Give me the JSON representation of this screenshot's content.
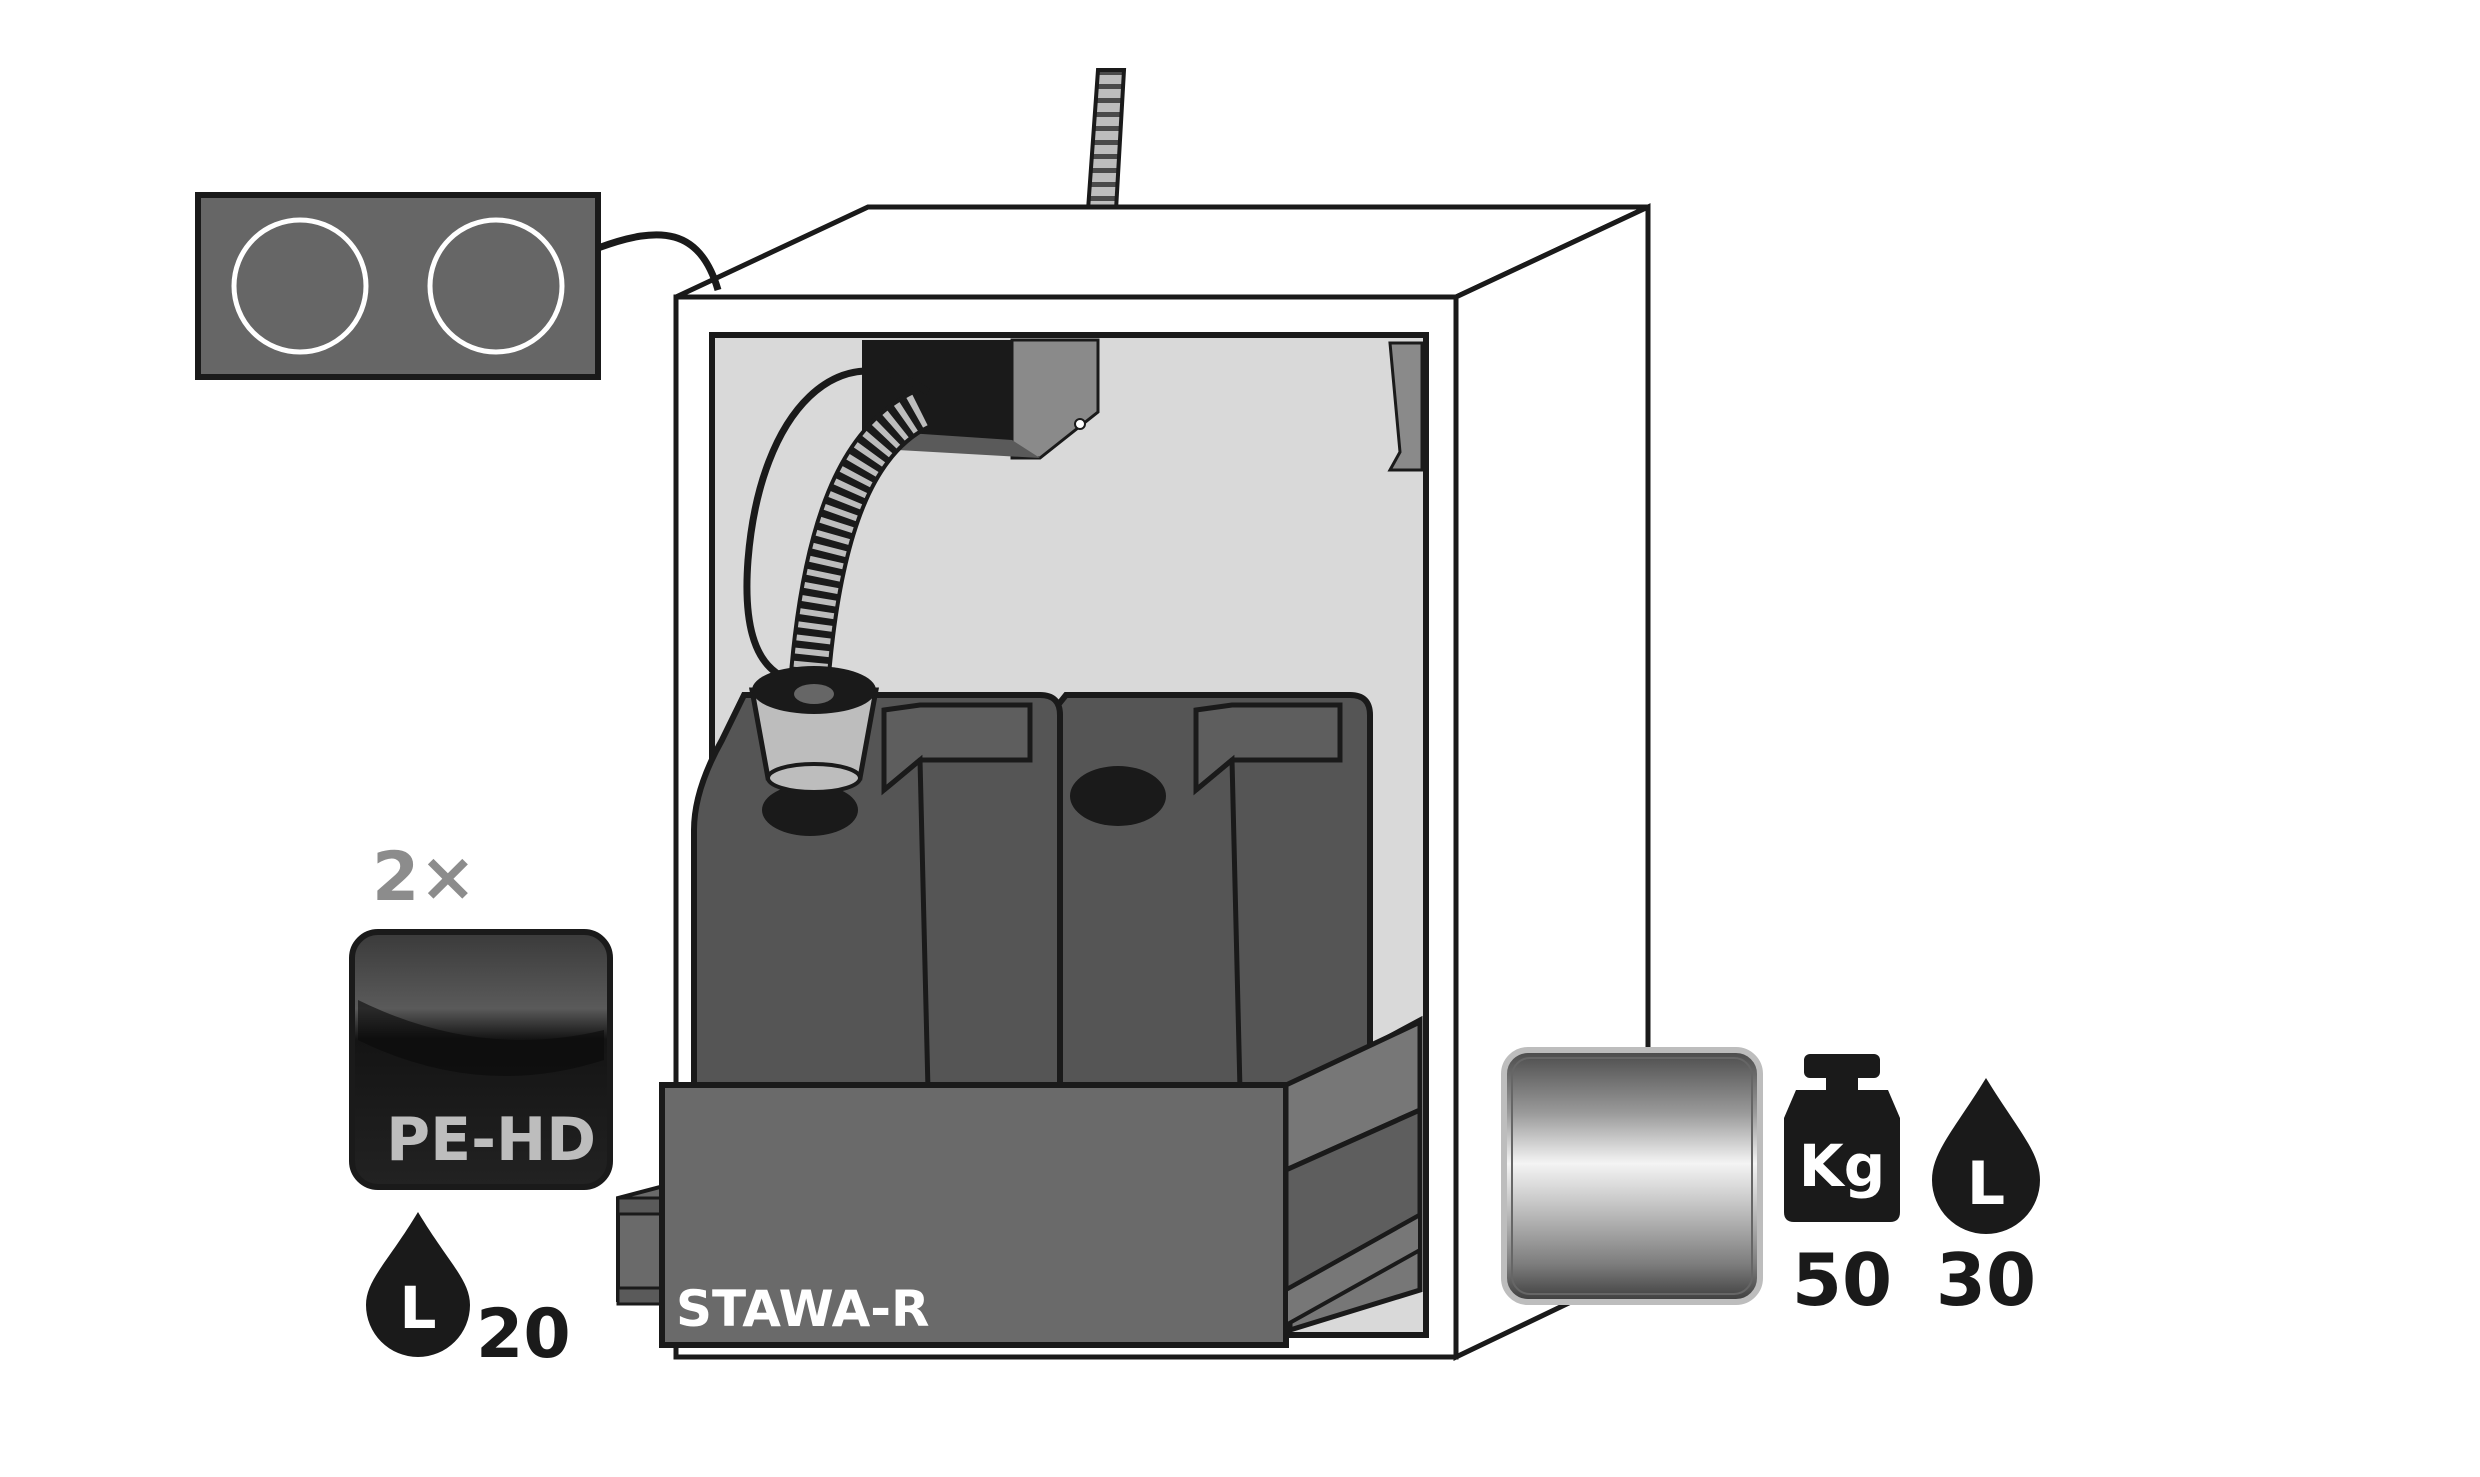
{
  "labels": {
    "multiplier": "2×",
    "container_material": "PE-HD",
    "tray_name": "STAWA-R",
    "container_volume_symbol": "L",
    "container_volume_value": "20",
    "weight_symbol": "Kg",
    "weight_value": "50",
    "tray_volume_symbol": "L",
    "tray_volume_value": "30"
  },
  "colors": {
    "outline": "#1a1a1a",
    "cabinet_interior": "#d9d9d9",
    "canister": "#555555",
    "tray": "#666666",
    "multiplier_grey": "#8c8c8c",
    "material_label": "#bdbdbd"
  }
}
